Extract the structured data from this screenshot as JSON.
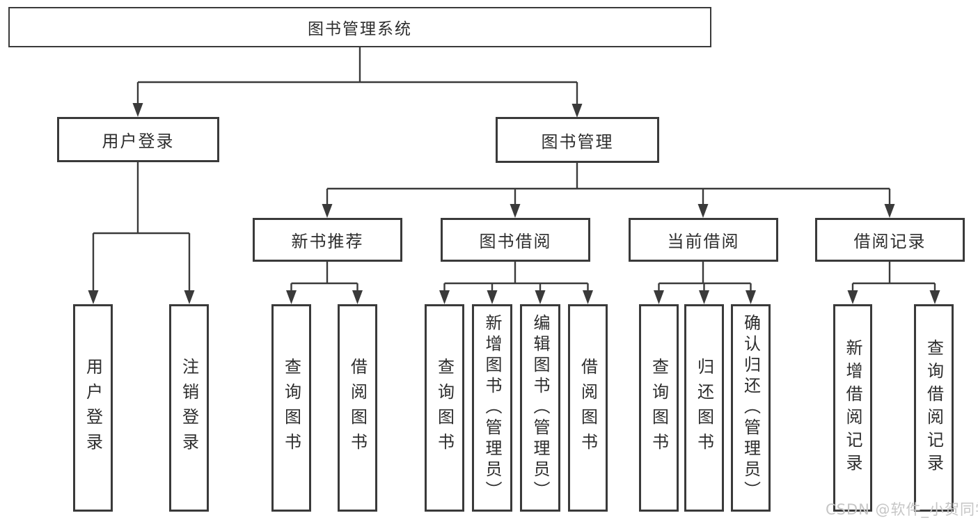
{
  "diagram_title": "图书管理系统",
  "colors": {
    "line": "#3a3a3a",
    "text": "#2d2d2d",
    "watermark": "#c6c6c6",
    "background": "#ffffff"
  },
  "root": {
    "label": "图书管理系统"
  },
  "level2": [
    {
      "label": "用户登录"
    },
    {
      "label": "图书管理"
    }
  ],
  "level3": [
    {
      "label": "新书推荐",
      "parent": "图书管理"
    },
    {
      "label": "图书借阅",
      "parent": "图书管理"
    },
    {
      "label": "当前借阅",
      "parent": "图书管理"
    },
    {
      "label": "借阅记录",
      "parent": "图书管理"
    }
  ],
  "leaves": [
    {
      "label": "用户登录",
      "parent": "用户登录"
    },
    {
      "label": "注销登录",
      "parent": "用户登录"
    },
    {
      "label": "查询图书",
      "parent": "新书推荐"
    },
    {
      "label": "借阅图书",
      "parent": "新书推荐"
    },
    {
      "label": "查询图书",
      "parent": "图书借阅"
    },
    {
      "label": "新增图书（管理员）",
      "parent": "图书借阅"
    },
    {
      "label": "编辑图书（管理员）",
      "parent": "图书借阅"
    },
    {
      "label": "借阅图书",
      "parent": "图书借阅"
    },
    {
      "label": "查询图书",
      "parent": "当前借阅"
    },
    {
      "label": "归还图书",
      "parent": "当前借阅"
    },
    {
      "label": "确认归还（管理员）",
      "parent": "当前借阅"
    },
    {
      "label": "新增借阅记录",
      "parent": "借阅记录"
    },
    {
      "label": "查询借阅记录",
      "parent": "借阅记录"
    }
  ],
  "watermark": "CSDN @软件_小贺同学"
}
